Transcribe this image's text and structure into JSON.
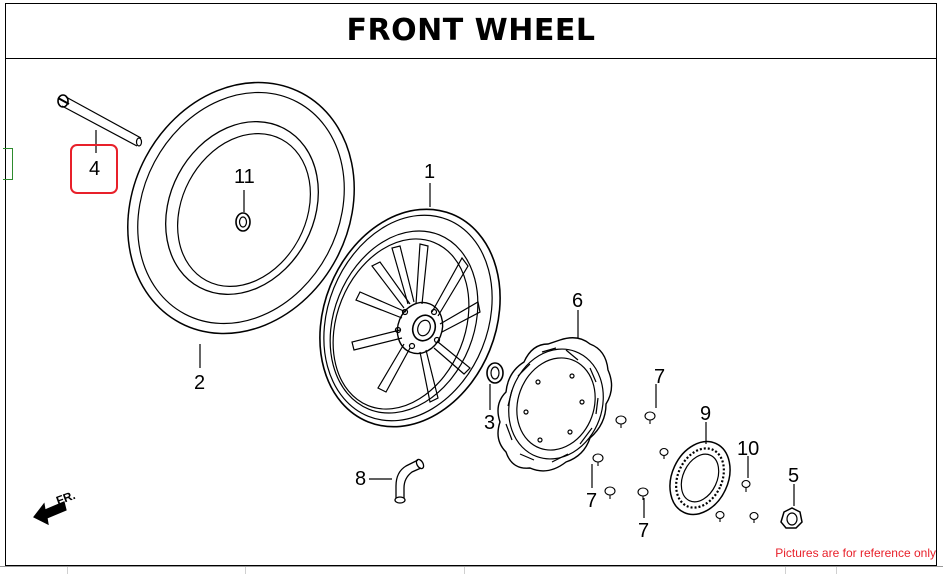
{
  "title": "FRONT WHEEL",
  "note": "Pictures are for reference only",
  "direction_label": "FR.",
  "callouts": {
    "c1": "1",
    "c2": "2",
    "c3": "3",
    "c4": "4",
    "c5": "5",
    "c6": "6",
    "c7a": "7",
    "c7b": "7",
    "c7c": "7",
    "c8": "8",
    "c9": "9",
    "c10": "10",
    "c11": "11"
  },
  "colors": {
    "highlight": "#e8202a",
    "note": "#e8202a",
    "line": "#000000",
    "side_mark": "#2e8b2e"
  }
}
